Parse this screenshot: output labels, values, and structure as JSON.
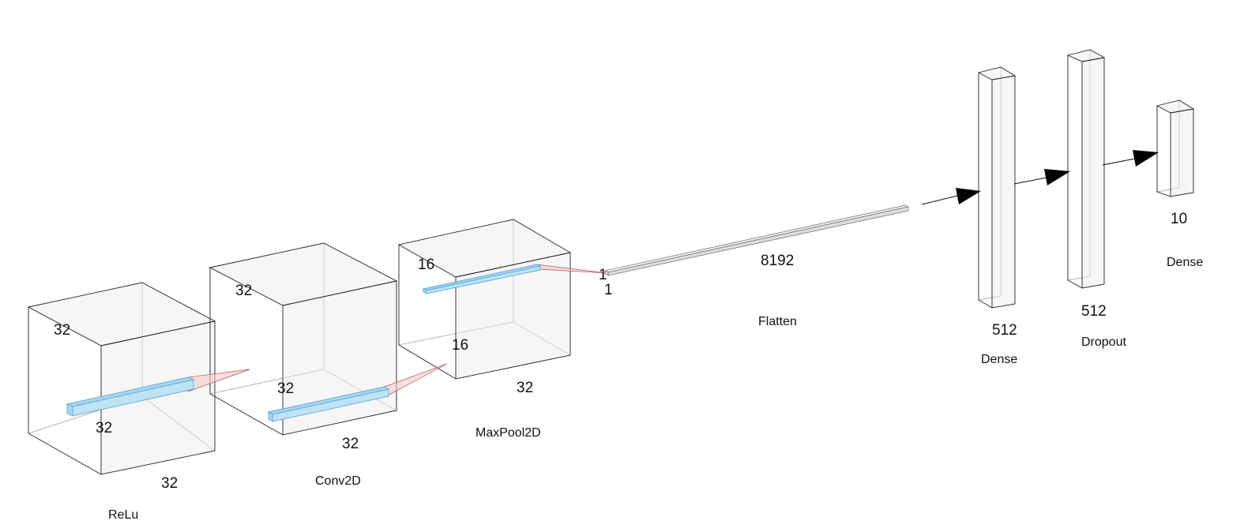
{
  "layers": [
    {
      "name": "ReLu",
      "dims": [
        "32",
        "32",
        "32"
      ]
    },
    {
      "name": "Conv2D",
      "dims": [
        "32",
        "32",
        "32"
      ]
    },
    {
      "name": "MaxPool2D",
      "dims": [
        "16",
        "16",
        "32"
      ]
    },
    {
      "name": "Flatten",
      "dims": [
        "1",
        "1",
        "8192"
      ]
    },
    {
      "name": "Dense",
      "dims": [
        "512"
      ]
    },
    {
      "name": "Dropout",
      "dims": [
        "512"
      ]
    },
    {
      "name": "Dense",
      "dims": [
        "10"
      ]
    }
  ]
}
